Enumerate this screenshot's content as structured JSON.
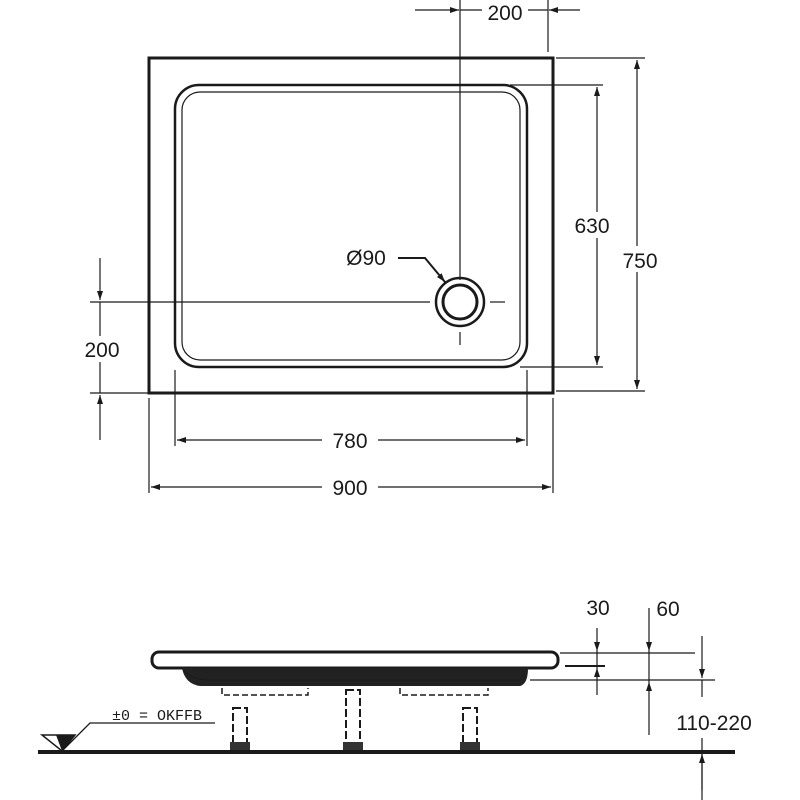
{
  "top_view": {
    "dim_drain_offset_top": "200",
    "dim_inner_depth": "630",
    "dim_outer_depth": "750",
    "dim_drain_offset_left": "200",
    "dim_inner_width": "780",
    "dim_outer_width": "900",
    "drain_diameter": "Ø90"
  },
  "side_view": {
    "dim_rim": "30",
    "dim_height": "60",
    "dim_feet": "110-220",
    "floor_reference": "±0 = OKFFB"
  }
}
